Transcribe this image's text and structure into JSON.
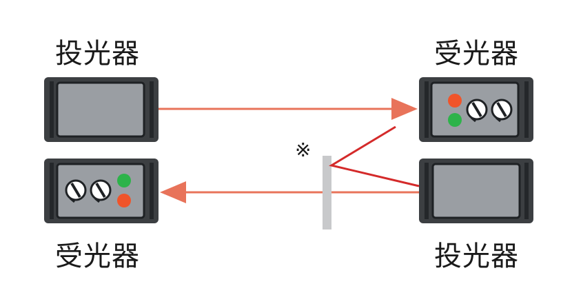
{
  "labels": {
    "emitter_top": "投光器",
    "receiver_top": "受光器",
    "receiver_bottom": "受光器",
    "emitter_bottom": "投光器",
    "note_mark": "※"
  },
  "colors": {
    "body_dark": "#3c3f42",
    "panel_gray": "#9a9ea3",
    "beam_light": "#e8735a",
    "beam_red": "#d42a2a",
    "reflector": "#c8c9cb",
    "led_red": "#f0542a",
    "led_green": "#2db34a"
  },
  "icons": [
    "adjust-knob-icon",
    "indicator-led-icon"
  ]
}
